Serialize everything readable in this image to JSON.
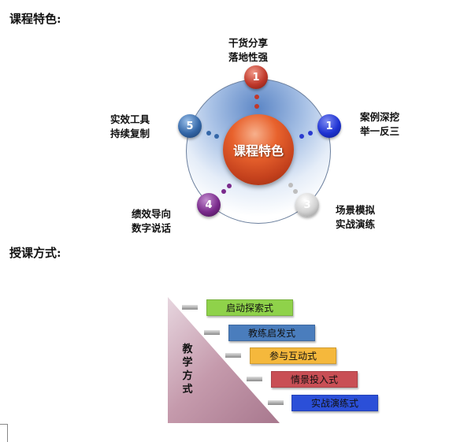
{
  "headings": {
    "features": "课程特色:",
    "methods": "授课方式:"
  },
  "features_diagram": {
    "center_label": "课程特色",
    "nodes": [
      {
        "number": "1",
        "line1": "干货分享",
        "line2": "落地性强",
        "color": "#c0392b"
      },
      {
        "number": "1",
        "line1": "案例深挖",
        "line2": "举一反三",
        "color": "#1f33d3"
      },
      {
        "number": "3",
        "line1": "场景模拟",
        "line2": "实战演练",
        "color": "#d2d2d2"
      },
      {
        "number": "4",
        "line1": "绩效导向",
        "line2": "数字说话",
        "color": "#7a2a8c"
      },
      {
        "number": "5",
        "line1": "实效工具",
        "line2": "持续复制",
        "color": "#3467a8"
      }
    ]
  },
  "methods_diagram": {
    "label": "教学方式",
    "steps": [
      {
        "label": "启动探索式",
        "color": "#8fd24a"
      },
      {
        "label": "教练启发式",
        "color": "#4a7dbd"
      },
      {
        "label": "参与互动式",
        "color": "#f5b83c"
      },
      {
        "label": "情景投入式",
        "color": "#c94f55"
      },
      {
        "label": "实战演练式",
        "color": "#2b4fd8"
      }
    ]
  }
}
